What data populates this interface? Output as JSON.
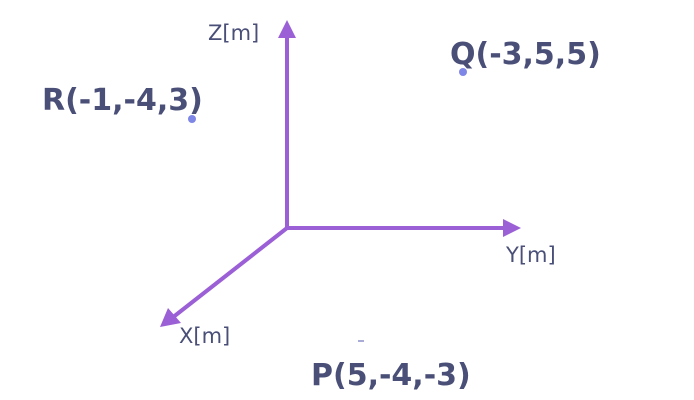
{
  "axes": {
    "z_label": "Z[m]",
    "y_label": "Y[m]",
    "x_label": "X[m]"
  },
  "points": {
    "q_label": "Q(-3,5,5)",
    "r_label": "R(-1,-4,3)",
    "p_label": "P(5,-4,-3)"
  },
  "colors": {
    "axis": "#9b5fd6",
    "text": "#4a4f78",
    "point": "#7e86e6"
  }
}
